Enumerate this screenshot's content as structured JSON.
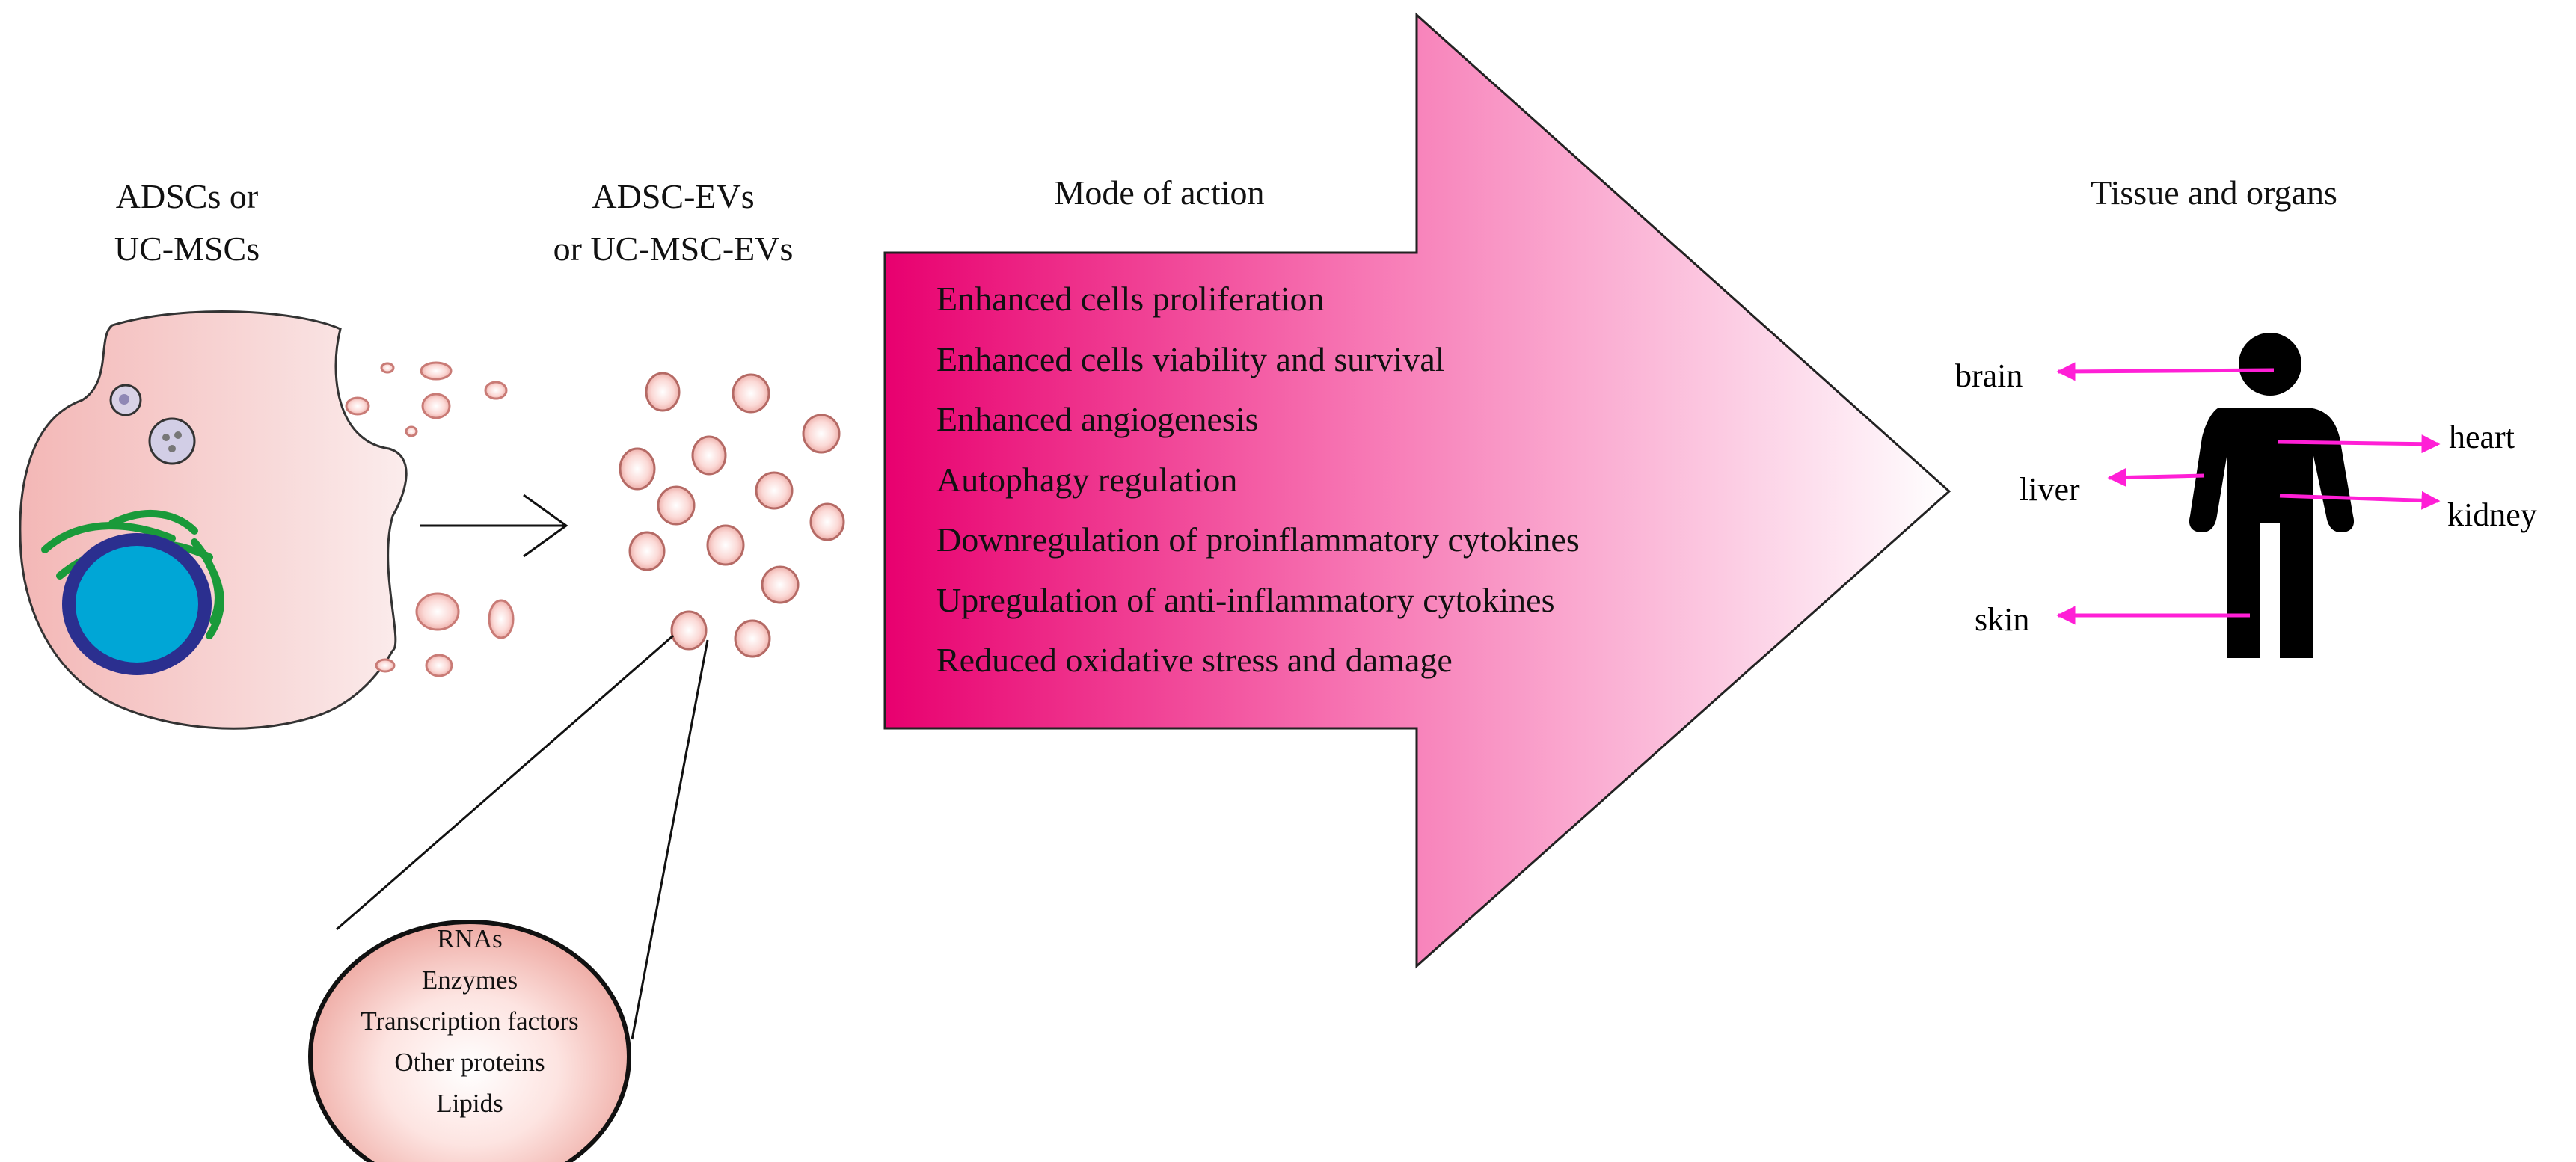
{
  "source_cells": {
    "label_line1": "ADSCs or",
    "label_line2": "UC-MSCs"
  },
  "vesicles": {
    "label_line1": "ADSC-EVs",
    "label_line2": "or UC-MSC-EVs"
  },
  "cargo": {
    "items": [
      "RNAs",
      "Enzymes",
      "Transcription factors",
      "Other proteins",
      "Lipids"
    ]
  },
  "mode_of_action": {
    "heading": "Mode of action",
    "items": [
      "Enhanced cells proliferation",
      "Enhanced cells viability and survival",
      "Enhanced angiogenesis",
      "Autophagy regulation",
      "Downregulation of proinflammatory cytokines",
      "Upregulation of anti-inflammatory cytokines",
      "Reduced oxidative stress and damage"
    ]
  },
  "targets": {
    "heading": "Tissue and organs",
    "organs": {
      "brain": "brain",
      "heart": "heart",
      "liver": "liver",
      "kidney": "kidney",
      "skin": "skin"
    }
  },
  "colors": {
    "arrow_start": "#e8006f",
    "arrow_end": "#ffffff",
    "target_arrow": "#ff1fd6",
    "cell_fill": "#f6c9c9",
    "nucleus": "#00a6d6",
    "nucleus_ring": "#2b2f8f",
    "organelle": "#1a9a3a"
  }
}
